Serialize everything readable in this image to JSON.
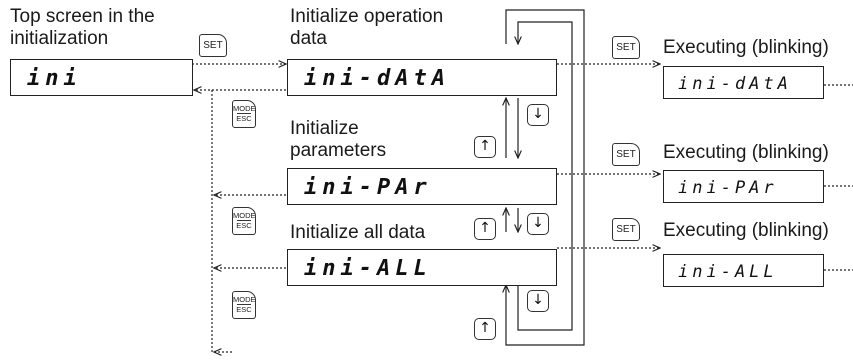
{
  "labels": {
    "top_screen": "Top screen in the initialization",
    "top_screen_line1": "Top screen in the",
    "top_screen_line2": "initialization",
    "init_operation_line1": "Initialize operation",
    "init_operation_line2": "data",
    "init_parameters_line1": "Initialize",
    "init_parameters_line2": "parameters",
    "init_all": "Initialize all data",
    "executing_1": "Executing (blinking)",
    "executing_2": "Executing (blinking)",
    "executing_3": "Executing (blinking)"
  },
  "displays": {
    "top": "ini",
    "operation": "ini-dAtA",
    "parameters": "ini-PAr",
    "all": "ini-ALL",
    "exec_operation": "ini-dAtA",
    "exec_parameters": "ini-PAr",
    "exec_all": "ini-ALL"
  },
  "keys": {
    "set": "SET",
    "mode_top": "MODE",
    "mode_bottom": "ESC",
    "up": "↑",
    "down": "↓"
  }
}
